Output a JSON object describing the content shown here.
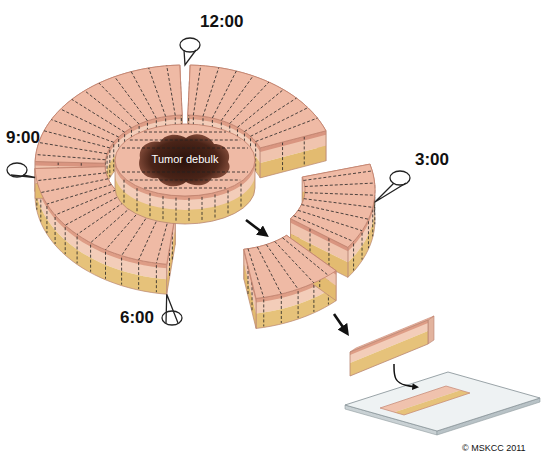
{
  "diagram": {
    "nodes": [
      {
        "text": [
          "Tumor debulk"
        ]
      }
    ],
    "labels": [
      "12:00",
      "9:00",
      "3:00",
      "6:00",
      "© MSKCC 2011"
    ]
  }
}
